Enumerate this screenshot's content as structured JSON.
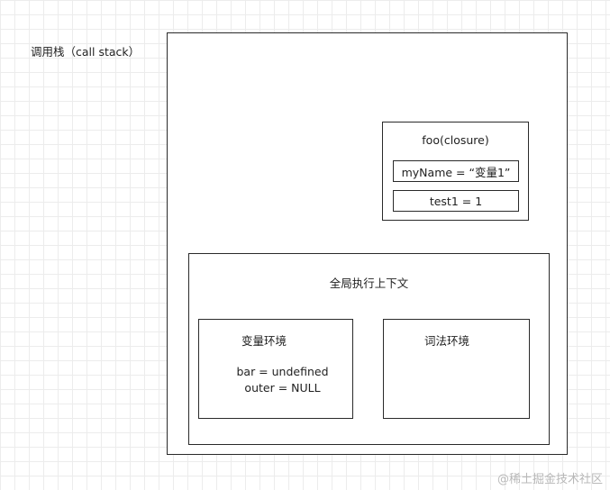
{
  "call_stack_label": "调用栈（call stack）",
  "closure": {
    "title": "foo(closure)",
    "vars": [
      "myName = “变量1”",
      "test1 = 1"
    ]
  },
  "global_context": {
    "title": "全局执行上下文",
    "variable_env": {
      "title": "变量环境",
      "lines": [
        "bar = undefined",
        "outer = NULL"
      ]
    },
    "lexical_env": {
      "title": "词法环境"
    }
  },
  "watermark": "@稀土掘金技术社区"
}
